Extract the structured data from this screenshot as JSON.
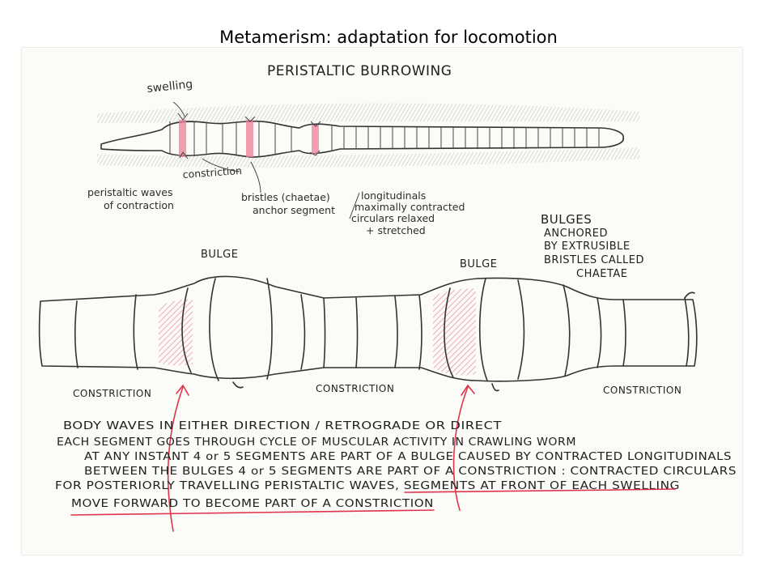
{
  "title": "Metamerism: adaptation for locomotion",
  "top_diagram": {
    "heading": "PERISTALTIC BURROWING",
    "labels": {
      "swelling": "swelling",
      "constriction": "constriction",
      "waves_line1": "peristaltic waves",
      "waves_line2": "of contraction",
      "bristles_line1": "bristles (chaetae)",
      "bristles_line2": "anchor segment",
      "longit_line1": "longitudinals",
      "longit_line2": "maximally contracted",
      "longit_line3": "circulars relaxed",
      "longit_line4": "+ stretched"
    }
  },
  "bottom_diagram": {
    "bulge_left": "BULGE",
    "bulge_right": "BULGE",
    "constriction_1": "CONSTRICTION",
    "constriction_2": "CONSTRICTION",
    "constriction_3": "CONSTRICTION",
    "bulges_note": [
      "BULGES",
      "ANCHORED",
      "BY EXTRUSIBLE",
      "BRISTLES CALLED",
      "CHAETAE"
    ]
  },
  "notes": [
    "BODY WAVES IN EITHER DIRECTION / RETROGRADE OR DIRECT",
    "EACH SEGMENT GOES THROUGH CYCLE OF MUSCULAR ACTIVITY IN CRAWLING WORM",
    "AT ANY INSTANT 4 or 5 SEGMENTS ARE PART OF A BULGE CAUSED BY CONTRACTED LONGITUDINALS",
    "BETWEEN THE BULGES 4 or 5 SEGMENTS ARE PART OF A CONSTRICTION : CONTRACTED CIRCULARS",
    "FOR POSTERIORLY TRAVELLING PERISTALTIC WAVES, SEGMENTS AT FRONT OF EACH SWELLING",
    "MOVE FORWARD TO BECOME PART OF A CONSTRICTION"
  ],
  "colors": {
    "pink_shading": "#f1a7b5",
    "red_arrow": "#e0334d",
    "pencil": "#333333",
    "burrow_gray": "#d2d2d2"
  }
}
